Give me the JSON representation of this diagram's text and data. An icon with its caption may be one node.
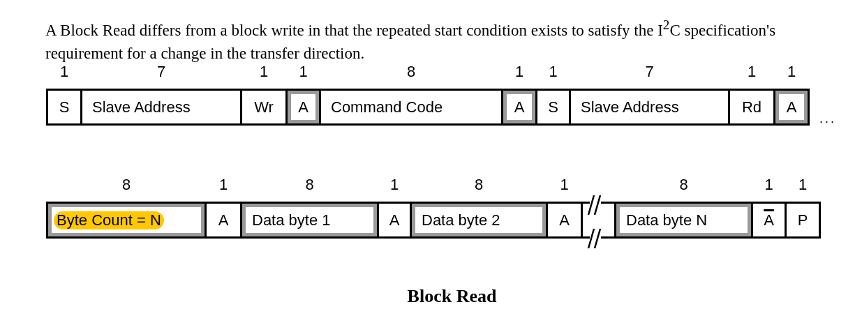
{
  "diagram": {
    "title": "Block Read",
    "nodes": [
      {
        "text": [
          "S"
        ],
        "beside": [
          "1"
        ]
      },
      {
        "text": [
          "Slave Address"
        ],
        "beside": [
          "7"
        ]
      },
      {
        "text": [
          "Wr"
        ],
        "beside": [
          "1"
        ]
      },
      {
        "text": [
          "A"
        ],
        "beside": [
          "1"
        ]
      },
      {
        "text": [
          "Command Code"
        ],
        "beside": [
          "8"
        ]
      },
      {
        "text": [
          "A"
        ],
        "beside": [
          "1"
        ]
      },
      {
        "text": [
          "S"
        ],
        "beside": [
          "1"
        ]
      },
      {
        "text": [
          "Slave Address"
        ],
        "beside": [
          "7"
        ]
      },
      {
        "text": [
          "Rd"
        ],
        "beside": [
          "1"
        ]
      },
      {
        "text": [
          "A"
        ],
        "beside": [
          "1"
        ]
      },
      {
        "text": [
          "Byte Count = N"
        ],
        "beside": [
          "8"
        ]
      },
      {
        "text": [
          "A"
        ],
        "beside": [
          "1"
        ]
      },
      {
        "text": [
          "Data byte 1"
        ],
        "beside": [
          "8"
        ]
      },
      {
        "text": [
          "A"
        ],
        "beside": [
          "1"
        ]
      },
      {
        "text": [
          "Data byte 2"
        ],
        "beside": [
          "8"
        ]
      },
      {
        "text": [
          "A"
        ],
        "beside": [
          "1"
        ]
      },
      {
        "text": [],
        "shape": "box"
      },
      {
        "text": [
          "Data byte N"
        ],
        "beside": [
          "8"
        ]
      },
      {
        "text": [
          "A"
        ],
        "beside": [
          "1"
        ]
      },
      {
        "text": [
          "P"
        ],
        "beside": [
          "1"
        ]
      }
    ],
    "labels": [
      "A Block Read differs from a block write in that the repeated start condition exists to satisfy the I$^{2}$C specification's requirement for a change in the transfer direction.",
      "..."
    ]
  }
}
